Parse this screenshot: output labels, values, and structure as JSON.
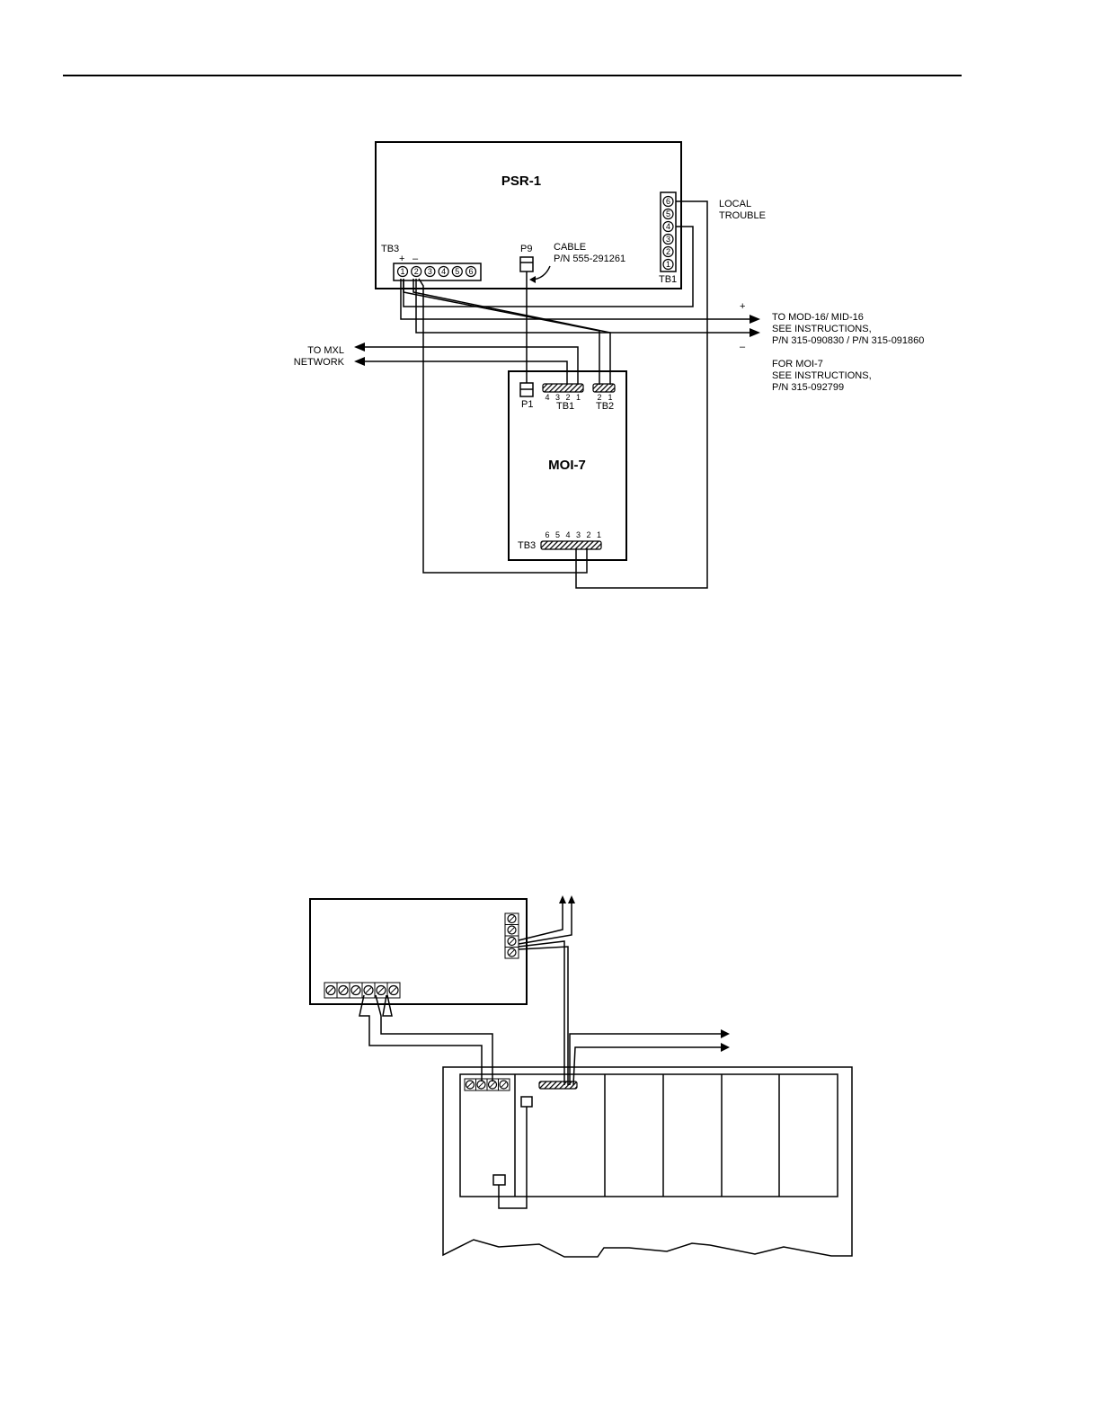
{
  "labels": {
    "psr_title": "PSR-1",
    "moi_title": "MOI-7",
    "tb3": "TB3",
    "tb1": "TB1",
    "tb2": "TB2",
    "plus": "+",
    "minus": "–",
    "p9": "P9",
    "p1": "P1",
    "cable_l1": "CABLE",
    "cable_l2": "P/N 555-291261",
    "local_l1": "LOCAL",
    "local_l2": "TROUBLE",
    "mxl_l1": "TO MXL",
    "mxl_l2": "NETWORK",
    "mod_l1": "TO MOD-16/ MID-16",
    "mod_l2": "SEE INSTRUCTIONS,",
    "mod_l3": "P/N 315-090830 / P/N 315-091860",
    "moi_l1": "FOR MOI-7",
    "moi_l2": "SEE INSTRUCTIONS,",
    "moi_l3": "P/N 315-092799"
  },
  "psr_tb3_terminals": [
    "1",
    "2",
    "3",
    "4",
    "5",
    "6"
  ],
  "psr_tb1_terminals": [
    "6",
    "5",
    "4",
    "3",
    "2",
    "1"
  ],
  "moi_tb1_numbers": [
    "4",
    "3",
    "2",
    "1"
  ],
  "moi_tb2_numbers": [
    "2",
    "1"
  ],
  "moi_tb3_numbers": [
    "6",
    "5",
    "4",
    "3",
    "2",
    "1"
  ]
}
